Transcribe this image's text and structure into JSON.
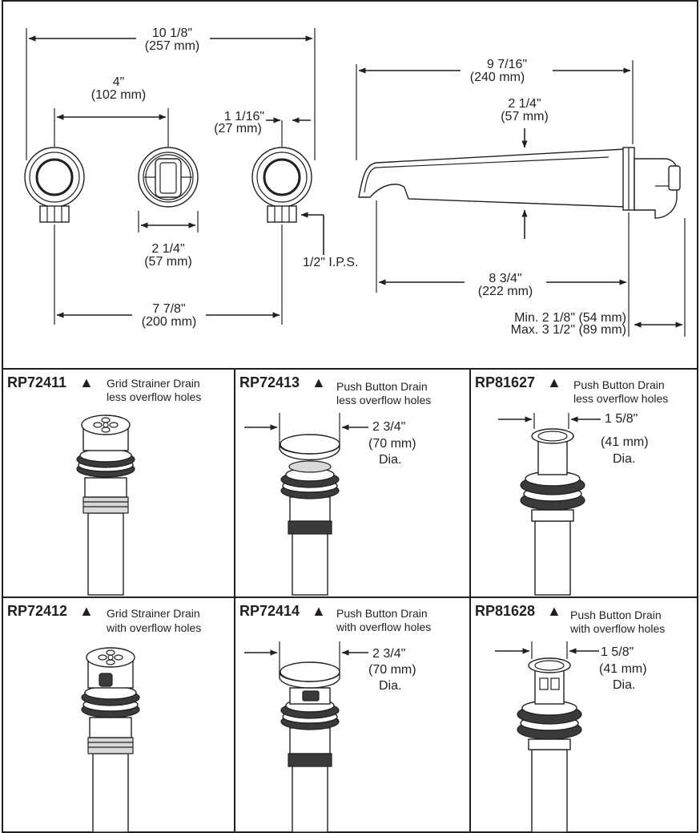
{
  "top_diagram": {
    "overall_width": {
      "in": "10 1/8\"",
      "mm": "(257 mm)"
    },
    "handle_spacing": {
      "in": "4\"",
      "mm": "(102 mm)"
    },
    "side_gap": {
      "in": "1 1/16\"",
      "mm": "(27 mm)"
    },
    "escutcheon_diameter": {
      "in": "2 1/4\"",
      "mm": "(57 mm)"
    },
    "handle_centers": {
      "in": "7 7/8\"",
      "mm": "(200 mm)"
    },
    "ips_label": "1/2\" I.P.S.",
    "spout_total_length": {
      "in": "9 7/16\"",
      "mm": "(240 mm)"
    },
    "spout_height": {
      "in": "2 1/4\"",
      "mm": "(57 mm)"
    },
    "spout_reach": {
      "in": "8 3/4\"",
      "mm": "(222 mm)"
    },
    "wall_min": "Min. 2 1/8\" (54 mm)",
    "wall_max": "Max. 3 1/2\" (89 mm)"
  },
  "drains": [
    {
      "code": "RP72411",
      "marker": "▲",
      "desc1": "Grid Strainer Drain",
      "desc2": "less overflow holes",
      "dia_in": "",
      "dia_mm": "",
      "dia_label": ""
    },
    {
      "code": "RP72413",
      "marker": "▲",
      "desc1": "Push Button Drain",
      "desc2": "less overflow holes",
      "dia_in": "2 3/4\"",
      "dia_mm": "(70 mm)",
      "dia_label": "Dia."
    },
    {
      "code": "RP81627",
      "marker": "▲",
      "desc1": "Push Button Drain",
      "desc2": "less overflow holes",
      "dia_in": "1 5/8\"",
      "dia_mm": "(41 mm)",
      "dia_label": "Dia."
    },
    {
      "code": "RP72412",
      "marker": "▲",
      "desc1": "Grid Strainer Drain",
      "desc2": "with overflow holes",
      "dia_in": "",
      "dia_mm": "",
      "dia_label": ""
    },
    {
      "code": "RP72414",
      "marker": "▲",
      "desc1": "Push Button Drain",
      "desc2": "with overflow holes",
      "dia_in": "2 3/4\"",
      "dia_mm": "(70 mm)",
      "dia_label": "Dia."
    },
    {
      "code": "RP81628",
      "marker": "▲",
      "desc1": "Push Button Drain",
      "desc2": "with overflow holes",
      "dia_in": "1 5/8\"",
      "dia_mm": "(41 mm)",
      "dia_label": "Dia."
    }
  ]
}
